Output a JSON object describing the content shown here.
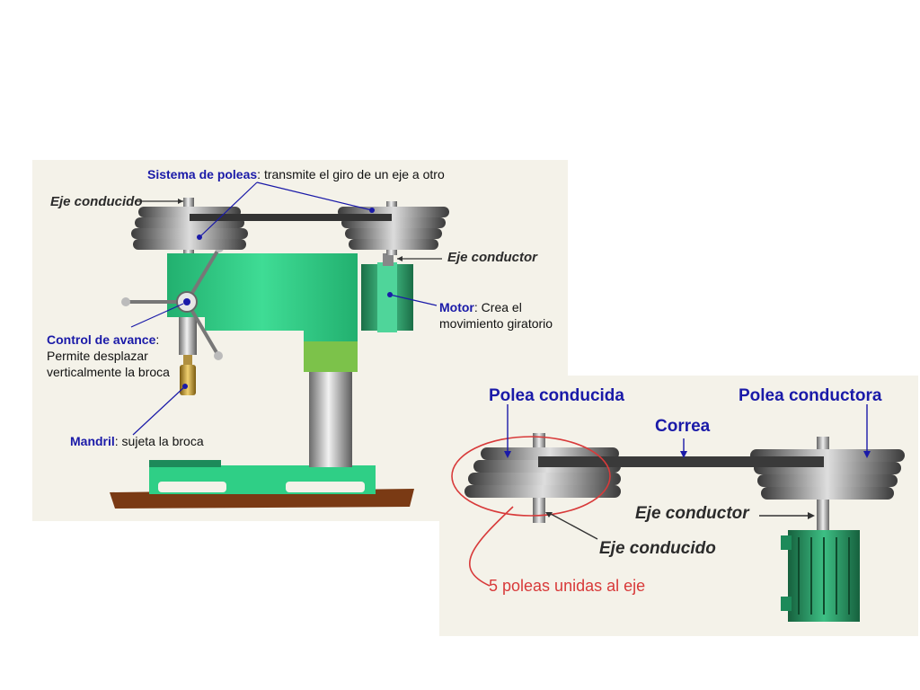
{
  "drill": {
    "poleas_term": "Sistema de poleas",
    "poleas_desc": ": transmite el giro de un eje a otro",
    "eje_conducido": "Eje conducido",
    "eje_conductor": "Eje conductor",
    "motor_term": "Motor",
    "motor_desc1": ": Crea el",
    "motor_desc2": "movimiento giratorio",
    "control_term": "Control de avance",
    "control_colon": ":",
    "control_desc1": "Permite desplazar",
    "control_desc2": "verticalmente la broca",
    "mandril_term": "Mandril",
    "mandril_desc": ": sujeta la broca"
  },
  "pulley": {
    "polea_conducida": "Polea conducida",
    "polea_conductora": "Polea conductora",
    "correa": "Correa",
    "eje_conductor": "Eje conductor",
    "eje_conducido": "Eje conducido",
    "poleas_unidas": "5 poleas unidas al eje"
  },
  "colors": {
    "machine_green": "#2fcf86",
    "motor_green": "#1d8a5a",
    "label_blue": "#1a1aa8",
    "annotation_red": "#d83a3a",
    "base_brown": "#7a3a14"
  }
}
